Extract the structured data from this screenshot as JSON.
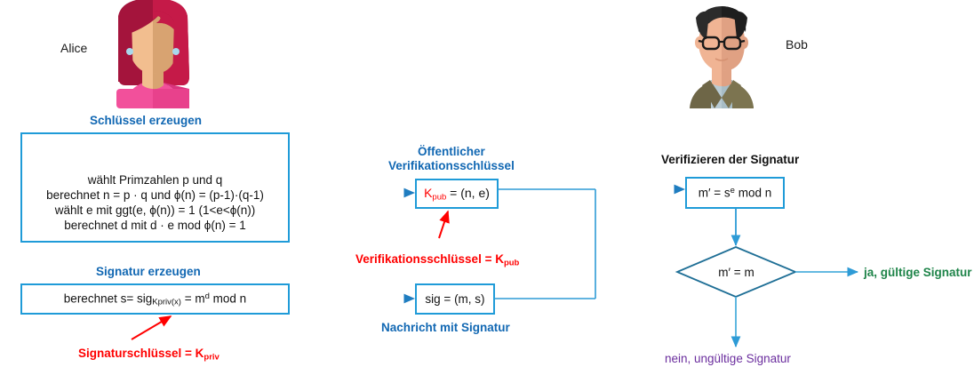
{
  "diagram": {
    "title_semantic": "RSA digital signature scheme - Alice signs, Bob verifies",
    "colors": {
      "accent_blue": "#1F9BD8",
      "label_blue": "#1268B3",
      "red": "#FF0000",
      "green": "#1E8449",
      "purple": "#6B2E9E",
      "box_border": "#1F9BD8",
      "connector": "#2E9BD6"
    }
  },
  "actors": {
    "alice": {
      "name": "Alice",
      "hair": "#A4143C",
      "hair_light": "#C51A48",
      "skin": "#F2BE8F",
      "skin_shade": "#D8A371",
      "shirt": "#F2509B",
      "shirt_light": "#F76FAE",
      "earring": "#A9D8EC"
    },
    "bob": {
      "name": "Bob",
      "hair": "#2B2B2B",
      "skin": "#F0B494",
      "skin_shade": "#E0A183",
      "jacket": "#6E6647",
      "jacket_light": "#7C7450",
      "shirt": "#B9CBD3",
      "glasses": "#1A1A1A"
    }
  },
  "labels": {
    "keygen_heading": "Schlüssel erzeugen",
    "pubkey_heading_line1": "Öffentlicher",
    "pubkey_heading_line2": "Verifikationsschlüssel",
    "verify_heading": "Verifizieren der Signatur",
    "siggen_heading": "Signatur erzeugen",
    "message_heading": "Nachricht mit Signatur",
    "verifkey_annotation_prefix": "Verifikationsschlüssel = K",
    "verifkey_annotation_sub": "pub",
    "sigkey_annotation_prefix": "Signaturschlüssel = K",
    "sigkey_annotation_sub": "priv",
    "yes_result": "ja, gültige Signatur",
    "no_result": "nein, ungültige Signatur"
  },
  "boxes": {
    "keygen": {
      "lines": [
        "wählt Primzahlen p und q",
        "berechnet  n = p · q und ϕ(n) = (p-1)·(q-1)",
        "wählt e mit ggt(e, ϕ(n)) = 1 (1<e<ϕ(n))",
        "berechnet  d mit d · e mod ϕ(n) = 1"
      ]
    },
    "pubkey": {
      "key_part": "K",
      "key_sub": "pub",
      "rest": " = (n, e)"
    },
    "siggen": {
      "prefix": "berechnet  s= sig",
      "sub": "Kpriv(x)",
      "mid": " = m",
      "sup": "d",
      "suffix": " mod n"
    },
    "message": {
      "text": "sig = (m, s)"
    },
    "verify": {
      "prefix": "m′ = s",
      "sup": "e",
      "suffix": " mod n"
    },
    "decision": {
      "text": "m′ = m"
    }
  }
}
